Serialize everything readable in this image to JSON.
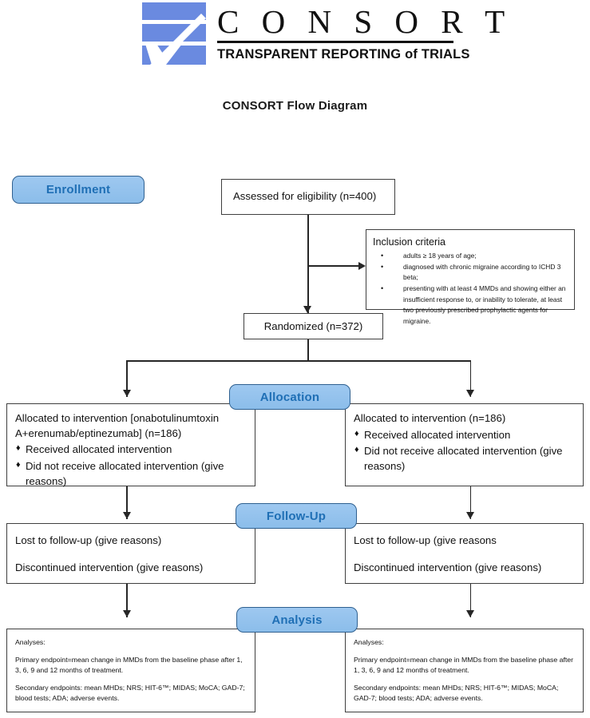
{
  "header": {
    "logo": {
      "wordmark": "C O N S O R T",
      "tagline": "TRANSPARENT REPORTING of TRIALS",
      "mark_name": "consort-checkmark-logo",
      "mark_color": "#6a8ae0"
    },
    "title": "CONSORT Flow Diagram"
  },
  "colors": {
    "badge_fill": "#8bbdea",
    "badge_text": "#1f6fb5",
    "badge_border": "#2f6090",
    "box_border": "#3f3f3f",
    "connector": "#262626"
  },
  "stages": {
    "enrollment": "Enrollment",
    "allocation": "Allocation",
    "followup": "Follow-Up",
    "analysis": "Analysis"
  },
  "enrollment": {
    "assessed": "Assessed for eligibility (n=400)",
    "randomized": "Randomized (n=372)",
    "inclusion": {
      "title": "Inclusion criteria",
      "items": [
        "adults ≥ 18 years of age;",
        "diagnosed with chronic migraine according to ICHD 3 beta;",
        "presenting with at least 4 MMDs and showing either an insufficient response to, or inability to tolerate, at least two previously prescribed prophylactic agents for migraine."
      ]
    }
  },
  "allocation": {
    "left": {
      "heading": "Allocated to intervention [onabotulinumtoxin A+erenumab/eptinezumab] (n=186)",
      "bullets": [
        "Received allocated intervention",
        "Did not receive allocated intervention (give reasons)"
      ]
    },
    "right": {
      "heading": "Allocated to intervention (n=186)",
      "bullets": [
        "Received allocated intervention",
        "Did not receive allocated intervention (give reasons)"
      ]
    }
  },
  "followup": {
    "left": {
      "lost": "Lost to follow-up (give reasons)",
      "discontinued": "Discontinued intervention (give reasons)"
    },
    "right": {
      "lost": "Lost to follow-up (give reasons",
      "discontinued": "Discontinued intervention (give reasons)"
    }
  },
  "analysis": {
    "left": {
      "label": "Analyses:",
      "primary": "Primary endpoint=mean change in MMDs from the baseline phase after 1, 3, 6, 9 and 12 months of treatment.",
      "secondary": "Secondary endpoints: mean MHDs; NRS; HIT-6™; MIDAS; MoCA; GAD-7; blood tests; ADA; adverse events."
    },
    "right": {
      "label": "Analyses:",
      "primary": "Primary endpoint=mean change in MMDs from the baseline phase after 1, 3, 6, 9 and 12 months of treatment.",
      "secondary": "Secondary endpoints: mean MHDs; NRS; HIT-6™; MIDAS; MoCA; GAD-7; blood tests; ADA; adverse events."
    }
  }
}
